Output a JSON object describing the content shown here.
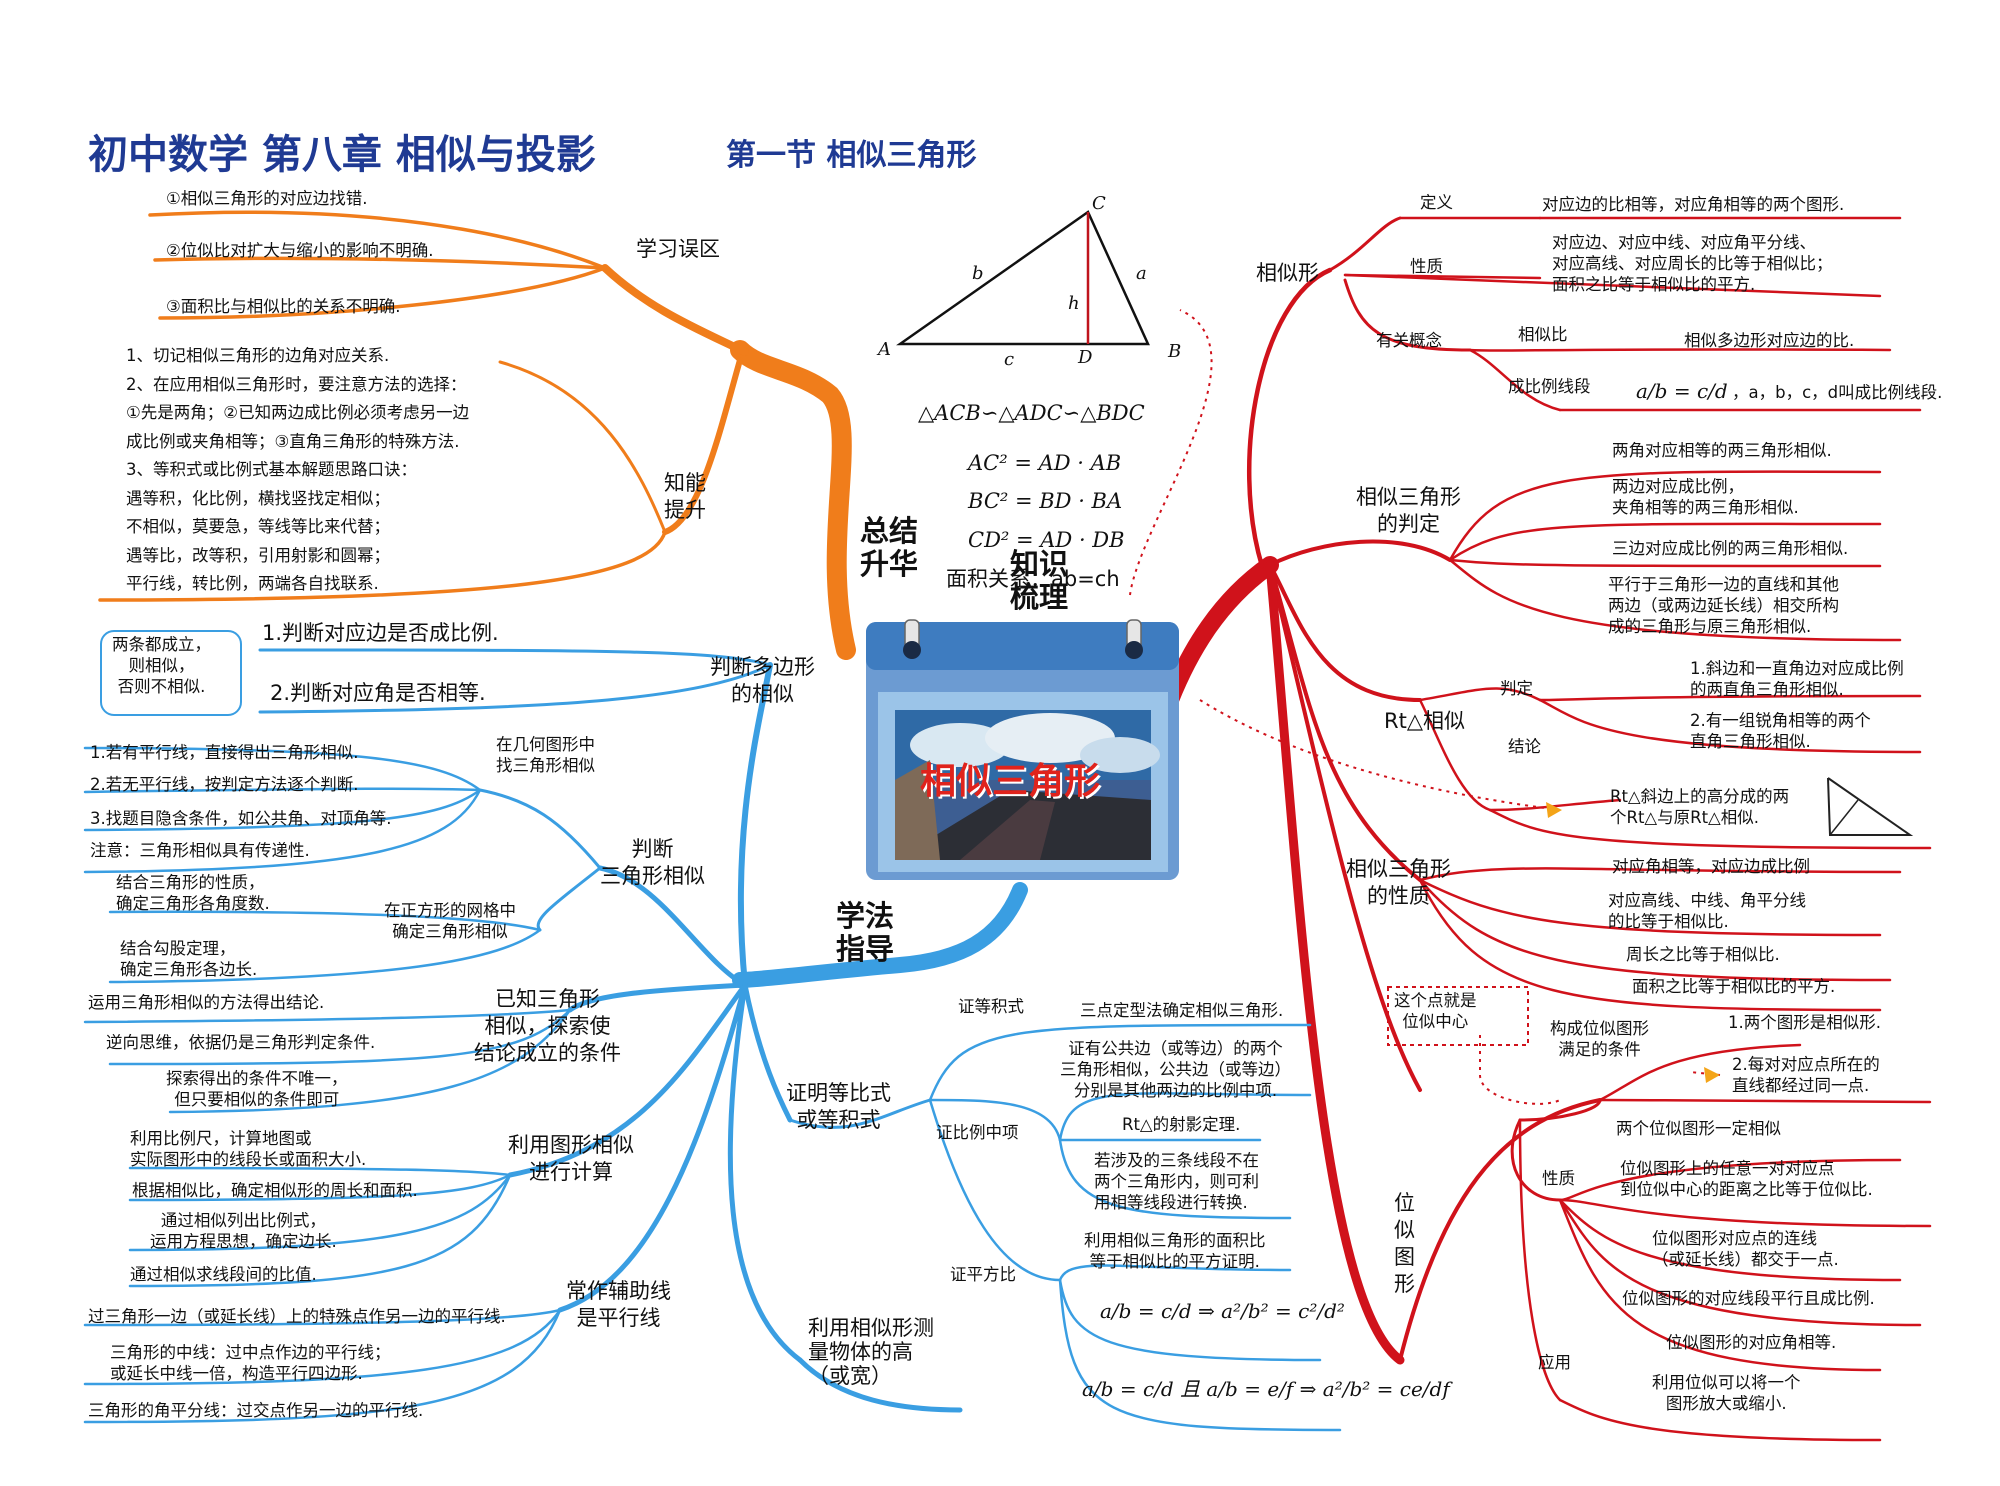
{
  "title": {
    "main": "初中数学  第八章  相似与投影",
    "section": "第一节  相似三角形"
  },
  "colors": {
    "orange": "#F07D1B",
    "red": "#D0121B",
    "blue": "#3A9EE2",
    "title": "#1F3A93"
  },
  "hub": {
    "label": "相似三角形",
    "zongjie": "总结\n升华",
    "zhishi": "知识\n梳理",
    "xuefa": "学法\n指导"
  },
  "fig": {
    "A": "A",
    "B": "B",
    "C": "C",
    "D": "D",
    "a": "a",
    "b": "b",
    "c": "c",
    "h": "h"
  },
  "formulas": {
    "similar": "△ACB∽△ADC∽△BDC",
    "f1": "AC² = AD · AB",
    "f2": "BC² = BD · BA",
    "f3": "CD² = AD · DB",
    "area": "面积关系：ab=ch"
  },
  "orange": {
    "xuexi": {
      "label": "学习误区",
      "items": [
        "①相似三角形的对应边找错.",
        "②位似比对扩大与缩小的影响不明确.",
        "③面积比与相似比的关系不明确."
      ]
    },
    "zhineng": {
      "label": "知能\n提升",
      "text": "1、切记相似三角形的边角对应关系.\n2、在应用相似三角形时，要注意方法的选择：\n①先是两角；②已知两边成比例必须考虑另一边\n成比例或夹角相等；③直角三角形的特殊方法.\n3、等积式或比例式基本解题思路口诀：\n遇等积，化比例，横找竖找定相似；\n不相似，莫要急，等线等比来代替；\n遇等比，改等积，引用射影和圆幂；\n平行线，转比例，两端各自找联系."
    }
  },
  "red": {
    "xiangsixing": {
      "label": "相似形",
      "dingyi": "定义",
      "dingyi_text": "对应边的比相等，对应角相等的两个图形.",
      "xingzhi": "性质",
      "xingzhi_text": "对应边、对应中线、对应角平分线、\n对应高线、对应周长的比等于相似比；\n面积之比等于相似比的平方.",
      "youguan": "有关概念",
      "xsb": "相似比",
      "xsb_text": "相似多边形对应边的比.",
      "cblxd": "成比例线段",
      "cblxd_text": "，a，b，c，d叫成比例线段."
    },
    "panding": {
      "label": "相似三角形\n的判定",
      "items": [
        "两角对应相等的两三角形相似.",
        "两边对应成比例，\n夹角相等的两三角形相似.",
        "三边对应成比例的两三角形相似.",
        "平行于三角形一边的直线和其他\n两边（或两边延长线）相交所构\n成的三角形与原三角形相似."
      ]
    },
    "rt": {
      "label": "Rt△相似",
      "panding": "判定",
      "jielun": "结论",
      "p1": "1.斜边和一直角边对应成比例\n的两直角三角形相似.",
      "p2": "2.有一组锐角相等的两个\n直角三角形相似.",
      "j1": "Rt△斜边上的高分成的两\n个Rt△与原Rt△相似."
    },
    "xingzhi": {
      "label": "相似三角形\n的性质",
      "items": [
        "对应角相等，对应边成比例",
        "对应高线、中线、角平分线\n的比等于相似比.",
        "周长之比等于相似比.",
        "面积之比等于相似比的平方."
      ]
    },
    "weisi": {
      "label": "位\n似\n图\n形",
      "note": "这个点就是\n位似中心",
      "goucheng": "构成位似图形\n满足的条件",
      "g1": "1.两个图形是相似形.",
      "g2": "2.每对对应点所在的\n直线都经过同一点.",
      "xingzhi": "性质",
      "x_items": [
        "两个位似图形一定相似",
        "位似图形上的任意一对对应点\n到位似中心的距离之比等于位似比.",
        "位似图形对应点的连线\n（或延长线）都交于一点.",
        "位似图形的对应线段平行且成比例.",
        "位似图形的对应角相等."
      ],
      "yingyong": "应用",
      "y_text": "利用位似可以将一个\n图形放大或缩小."
    }
  },
  "blue": {
    "duobian": {
      "label": "判断多边形\n的相似",
      "box": "两条都成立，\n则相似，\n否则不相似.",
      "i1": "1.判断对应边是否成比例.",
      "i2": "2.判断对应角是否相等."
    },
    "panduan": {
      "label": "判断\n三角形相似",
      "zhao": "在几何图形中\n找三角形相似",
      "zhao_items": [
        "1.若有平行线，直接得出三角形相似.",
        "2.若无平行线，按判定方法逐个判断.",
        "3.找题目隐含条件，如公共角、对顶角等.",
        "注意：三角形相似具有传递性."
      ],
      "wangge": "在正方形的网格中\n确定三角形相似",
      "wangge_items": [
        "结合三角形的性质，\n确定三角形各角度数.",
        "结合勾股定理，\n确定三角形各边长."
      ]
    },
    "yizhi": {
      "label": "已知三角形\n相似，探索使\n结论成立的条件",
      "items": [
        "运用三角形相似的方法得出结论.",
        "逆向思维，依据仍是三角形判定条件.",
        "探索得出的条件不唯一，\n但只要相似的条件即可"
      ]
    },
    "jisuan": {
      "label": "利用图形相似\n进行计算",
      "items": [
        "利用比例尺，计算地图或\n实际图形中的线段长或面积大小.",
        "根据相似比，确定相似形的周长和面积.",
        "通过相似列出比例式，\n运用方程思想，确定边长.",
        "通过相似求线段间的比值."
      ]
    },
    "fuzhu": {
      "label": "常作辅助线\n是平行线",
      "items": [
        "过三角形一边（或延长线）上的特殊点作另一边的平行线.",
        "三角形的中线：过中点作边的平行线；\n或延长中线一倍，构造平行四边形.",
        "三角形的角平分线：过交点作另一边的平行线."
      ]
    },
    "zhengming": {
      "label": "证明等比式\n或等积式",
      "dengji": "证等积式",
      "dengji_text": "三点定型法确定相似三角形.",
      "bilizhong": "证比例中项",
      "bz_items": [
        "证有公共边（或等边）的两个\n三角形相似，公共边（或等边）\n分别是其他两边的比例中项.",
        "Rt△的射影定理.",
        "若涉及的三条线段不在\n两个三角形内，则可利\n用相等线段进行转换."
      ],
      "pingfang": "证平方比",
      "pf_text": "利用相似三角形的面积比\n等于相似比的平方证明."
    },
    "celiang": {
      "label": "利用相似形测\n量物体的高\n（或宽）"
    }
  }
}
